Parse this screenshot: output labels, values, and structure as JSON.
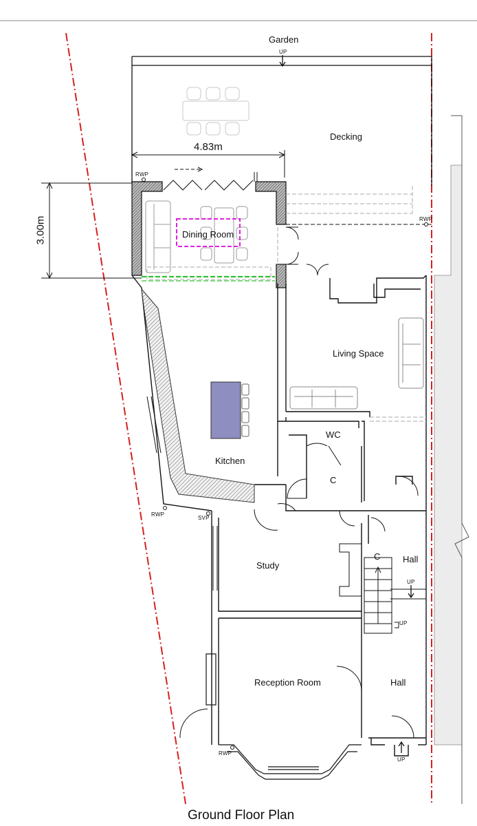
{
  "title": "Ground Floor Plan",
  "rooms": {
    "garden": "Garden",
    "decking": "Decking",
    "dining_room": "Dining Room",
    "living_space": "Living Space",
    "kitchen": "Kitchen",
    "wc": "WC",
    "cupboard_1": "C",
    "cupboard_2": "C",
    "study": "Study",
    "hall_1": "Hall",
    "hall_2": "Hall",
    "reception_room": "Reception Room"
  },
  "dimensions": {
    "width": "4.83m",
    "height": "3.00m"
  },
  "annotations": {
    "up_garden": "UP",
    "up_hall": "UP",
    "up_stairs": "UP",
    "up_entrance": "UP",
    "rwp_1": "RWP",
    "rwp_2": "RWP",
    "rwp_3": "RWP",
    "rwp_4": "RWP",
    "svp": "SVP"
  },
  "colors": {
    "boundary_line": "#d42020",
    "proposal_outline": "#e020e0",
    "new_opening": "#30c030",
    "kitchen_island": "#8e8ec0",
    "wall_hatch": "#555555",
    "neighbour_shade": "#e8e8e8"
  }
}
